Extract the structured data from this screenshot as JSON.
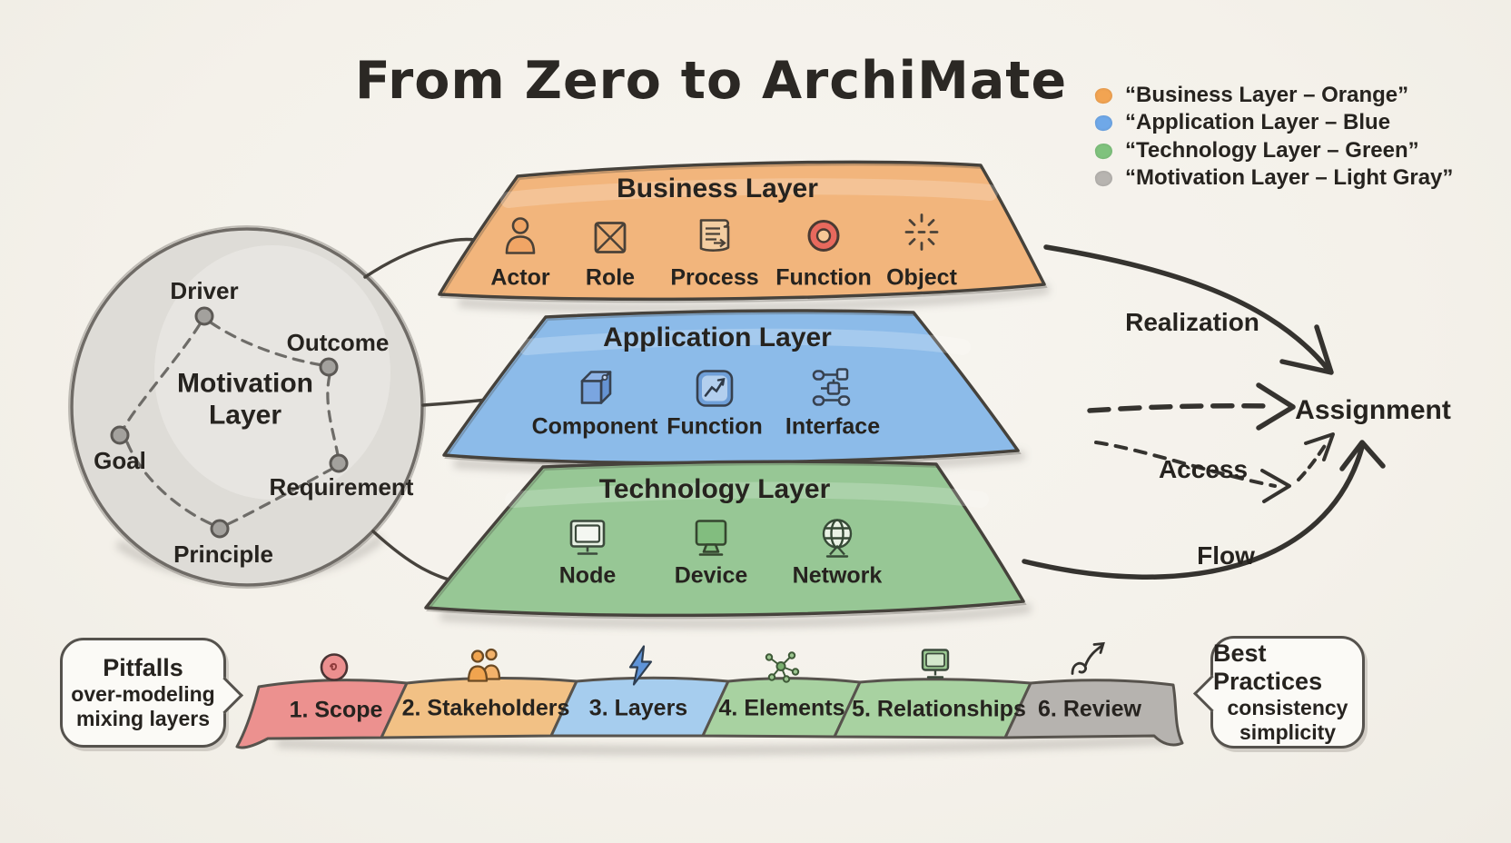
{
  "title": "From Zero to ArchiMate",
  "legend": {
    "items": [
      {
        "label": "“Business Layer – Orange”",
        "color": "#f2a452"
      },
      {
        "label": "“Application Layer – Blue",
        "color": "#6fa8e8"
      },
      {
        "label": "“Technology Layer – Green”",
        "color": "#7fc27d"
      },
      {
        "label": "“Motivation Layer – Light Gray”",
        "color": "#b7b4b0"
      }
    ]
  },
  "motivation": {
    "title_line1": "Motivation",
    "title_line2": "Layer",
    "color": "#dedcd7",
    "nodes": [
      {
        "label": "Driver"
      },
      {
        "label": "Outcome"
      },
      {
        "label": "Goal"
      },
      {
        "label": "Requirement"
      },
      {
        "label": "Principle"
      }
    ]
  },
  "layers": [
    {
      "title": "Business Layer",
      "color": "#f2b57c",
      "elements": [
        {
          "label": "Actor"
        },
        {
          "label": "Role"
        },
        {
          "label": "Process"
        },
        {
          "label": "Function"
        },
        {
          "label": "Object"
        }
      ]
    },
    {
      "title": "Application Layer",
      "color": "#8cbbe9",
      "elements": [
        {
          "label": "Component"
        },
        {
          "label": "Function"
        },
        {
          "label": "Interface"
        }
      ]
    },
    {
      "title": "Technology Layer",
      "color": "#97c795",
      "elements": [
        {
          "label": "Node"
        },
        {
          "label": "Device"
        },
        {
          "label": "Network"
        }
      ]
    }
  ],
  "relationships": {
    "realization": "Realization",
    "assignment": "Assignment",
    "access": "Access",
    "flow": "Flow"
  },
  "steps": [
    {
      "label": "1. Scope",
      "color": "#ec918f"
    },
    {
      "label": "2. Stakeholders",
      "color": "#f2c185"
    },
    {
      "label": "3. Layers",
      "color": "#a6cdee"
    },
    {
      "label": "4. Elements",
      "color": "#a8d2a1"
    },
    {
      "label": "5. Relationships",
      "color": "#a8d2a1"
    },
    {
      "label": "6. Review",
      "color": "#b6b3af"
    }
  ],
  "pitfalls": {
    "title": "Pitfalls",
    "lines": [
      "over-modeling",
      "mixing layers"
    ]
  },
  "best_practices": {
    "title": "Best Practices",
    "lines": [
      "consistency",
      "simplicity"
    ]
  }
}
